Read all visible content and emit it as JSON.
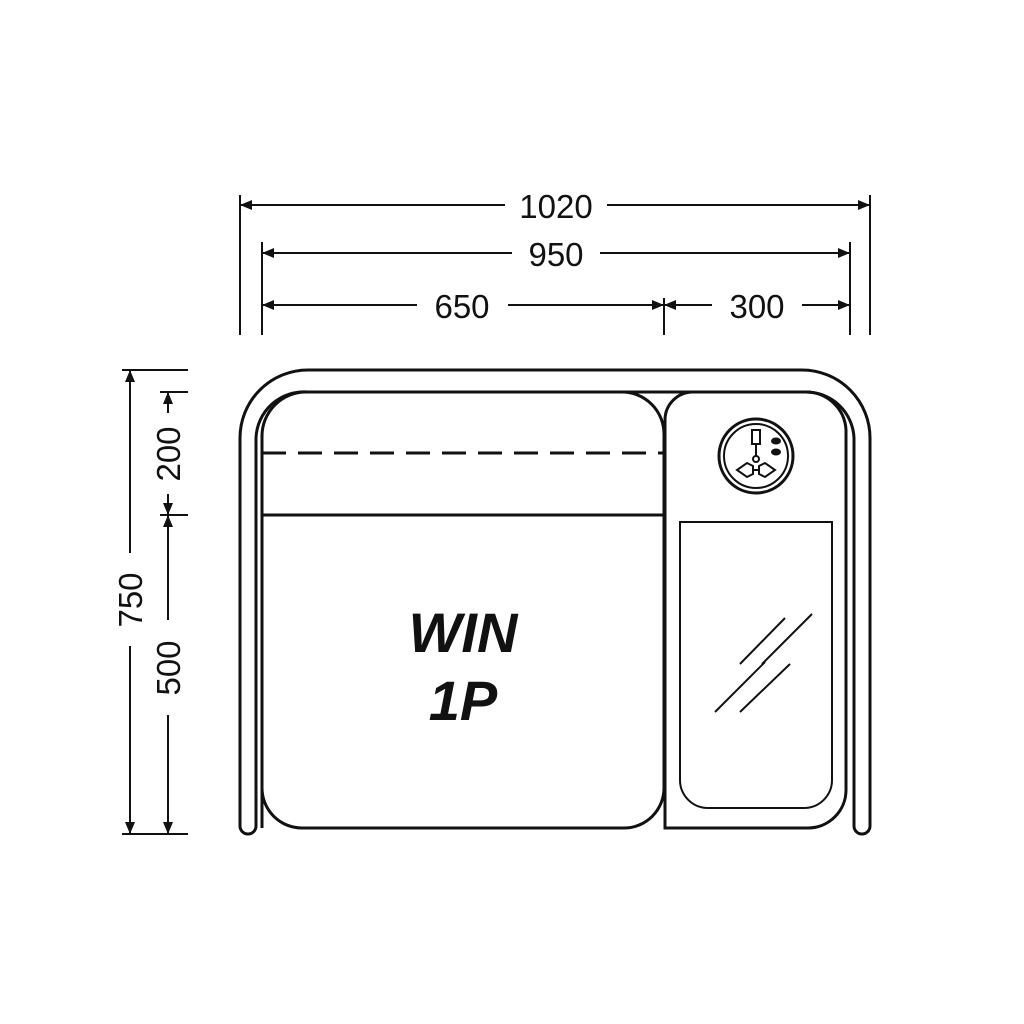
{
  "dimensions": {
    "overall_width": "1020",
    "inner_width": "950",
    "seat_width": "650",
    "side_table_width": "300",
    "overall_height": "750",
    "backrest_height": "200",
    "seat_depth": "500"
  },
  "product": {
    "name_line1": "WIN",
    "name_line2": "1P"
  },
  "icons": {
    "outlet": "universal-power-socket-icon",
    "glass": "glass-panel-reflection-icon"
  },
  "colors": {
    "stroke": "#111111",
    "background": "#ffffff"
  }
}
